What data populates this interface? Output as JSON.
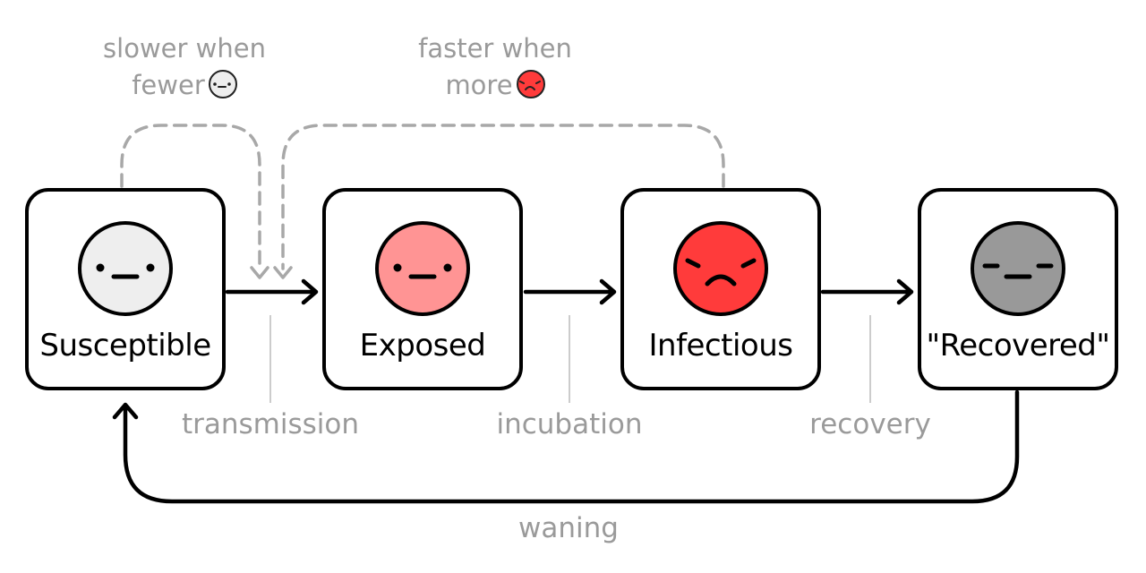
{
  "states": [
    {
      "id": "susceptible",
      "label": "Susceptible",
      "face_color": "#eeeeee",
      "expression": "neutral"
    },
    {
      "id": "exposed",
      "label": "Exposed",
      "face_color": "#ff9494",
      "expression": "neutral"
    },
    {
      "id": "infectious",
      "label": "Infectious",
      "face_color": "#ff3b3b",
      "expression": "sad"
    },
    {
      "id": "recovered",
      "label": "\"Recovered\"",
      "face_color": "#999999",
      "expression": "sleepy"
    }
  ],
  "transitions": {
    "transmission": "transmission",
    "incubation": "incubation",
    "recovery": "recovery",
    "waning": "waning"
  },
  "notes": {
    "slower_line1": "slower when",
    "slower_line2": "fewer",
    "faster_line1": "faster when",
    "faster_line2": "more"
  },
  "colors": {
    "stroke": "#000000",
    "label_gray": "#9a9a9a",
    "dashed": "#a8a8a8",
    "tick": "#cccccc"
  }
}
